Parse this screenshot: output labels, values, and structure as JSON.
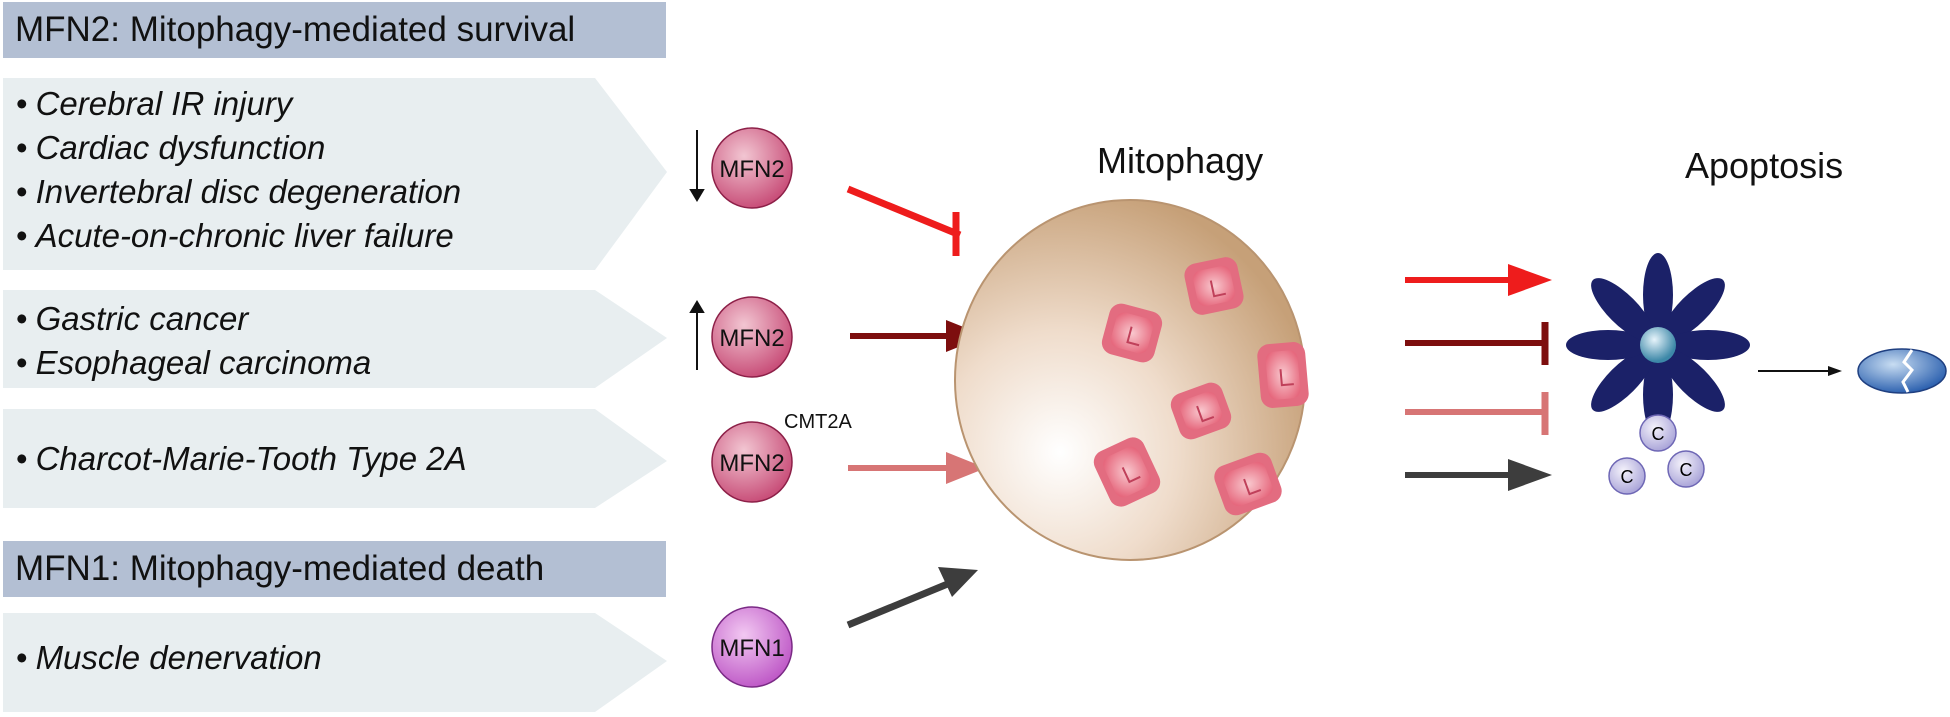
{
  "header_survival": "MFN2: Mitophagy-mediated survival",
  "header_death": "MFN1: Mitophagy-mediated death",
  "groups": [
    {
      "items": [
        "Cerebral IR injury",
        "Cardiac dysfunction",
        "Invertebral disc degeneration",
        "Acute-on-chronic liver failure"
      ],
      "protein": "MFN2",
      "regulation": "down",
      "effect_on_mitophagy": "inhibits",
      "color": "#ee1c1c"
    },
    {
      "items": [
        "Gastric cancer",
        "Esophageal carcinoma"
      ],
      "protein": "MFN2",
      "regulation": "up",
      "effect_on_mitophagy": "promotes",
      "color": "#7d0e0e"
    },
    {
      "items": [
        "Charcot-Marie-Tooth Type 2A"
      ],
      "protein": "MFN2",
      "superscript": "CMT2A",
      "effect_on_mitophagy": "promotes",
      "color": "#d77575"
    },
    {
      "items": [
        "Muscle denervation"
      ],
      "protein": "MFN1",
      "effect_on_mitophagy": "promotes",
      "color": "#3d3d3d"
    }
  ],
  "center_label": "Mitophagy",
  "right_label": "Apoptosis",
  "cytochrome_label": "C",
  "outputs": [
    {
      "color": "#ee1c1c",
      "effect": "promotes"
    },
    {
      "color": "#7d0e0e",
      "effect": "inhibits"
    },
    {
      "color": "#d77575",
      "effect": "inhibits"
    },
    {
      "color": "#3d3d3d",
      "effect": "promotes"
    }
  ]
}
